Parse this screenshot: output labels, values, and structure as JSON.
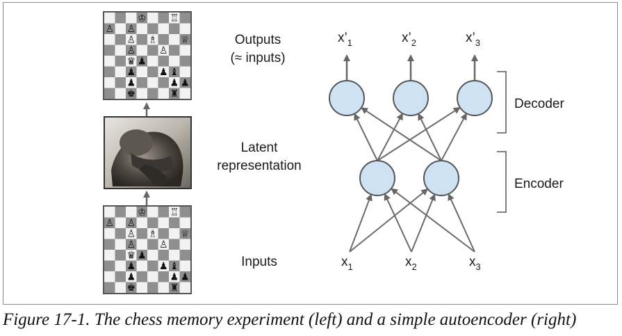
{
  "labels": {
    "outputs_line1": "Outputs",
    "outputs_line2": "(≈ inputs)",
    "latent_line1": "Latent",
    "latent_line2": "representation",
    "inputs": "Inputs",
    "decoder": "Decoder",
    "encoder": "Encoder"
  },
  "outputs": [
    {
      "base": "x’",
      "sub": "1"
    },
    {
      "base": "x’",
      "sub": "2"
    },
    {
      "base": "x’",
      "sub": "3"
    }
  ],
  "inputs": [
    {
      "base": "x",
      "sub": "1"
    },
    {
      "base": "x",
      "sub": "2"
    },
    {
      "base": "x",
      "sub": "3"
    }
  ],
  "caption": "Figure 17-1. The chess memory experiment (left) and a simple autoencoder (right)",
  "colors": {
    "neuron_fill": "#cfe2f3",
    "neuron_stroke": "#555555",
    "edge": "#6a6a6a",
    "board_light": "#f2f2f2",
    "board_dark": "#8f8f8f"
  },
  "chess_position": {
    "rows": [
      "...K..R.",
      "P.P.....",
      "..P.B..Q",
      "..P..P..",
      "..qp....",
      "..p..pb.",
      "..p...pp",
      "..k...r."
    ]
  }
}
